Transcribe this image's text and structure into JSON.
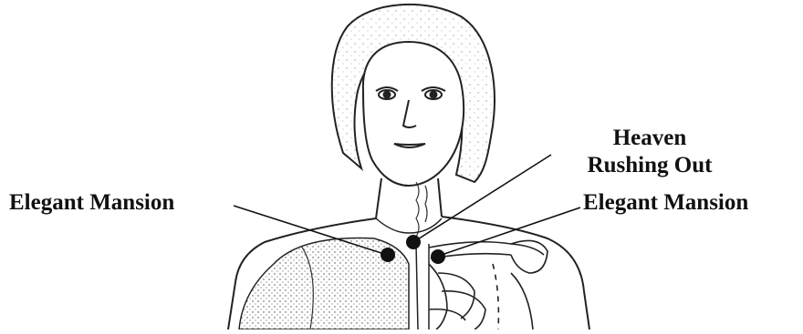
{
  "labels": {
    "left": "Elegant Mansion",
    "right": "Elegant Mansion",
    "heaven_line1": "Heaven",
    "heaven_line2": "Rushing Out"
  },
  "colors": {
    "ink": "#111111",
    "background": "#ffffff"
  }
}
